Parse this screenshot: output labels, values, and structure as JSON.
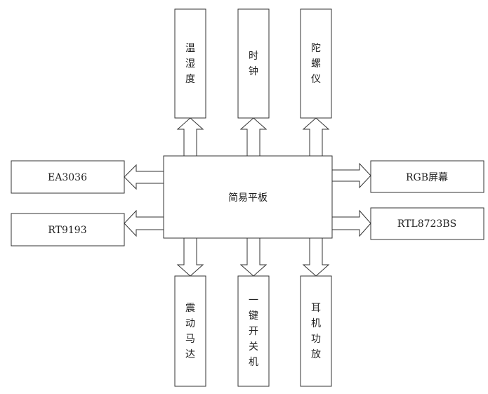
{
  "center": {
    "label": "简易平板"
  },
  "top": [
    {
      "label": "温湿度"
    },
    {
      "label": "时钟"
    },
    {
      "label": "陀螺仪"
    }
  ],
  "bottom": [
    {
      "label": "震动马达"
    },
    {
      "label": "一键开关机"
    },
    {
      "label": "耳机功放"
    }
  ],
  "left": [
    {
      "label": "EA3036"
    },
    {
      "label": "RT9193"
    }
  ],
  "right": [
    {
      "label": "RGB屏幕"
    },
    {
      "label": "RTL8723BS"
    }
  ]
}
